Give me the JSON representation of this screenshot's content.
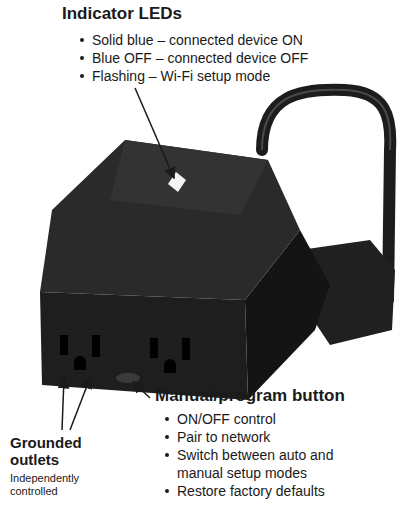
{
  "diagram": {
    "labels": [
      "Indicator LEDs",
      "Solid blue – connected device ON",
      "Blue OFF – connected device OFF",
      "Flashing – Wi-Fi setup mode",
      "Manual/program button",
      "ON/OFF control",
      "Pair to network",
      "Switch between auto and manual setup modes",
      "Restore factory defaults",
      "Grounded outlets",
      "Independently controlled"
    ]
  }
}
